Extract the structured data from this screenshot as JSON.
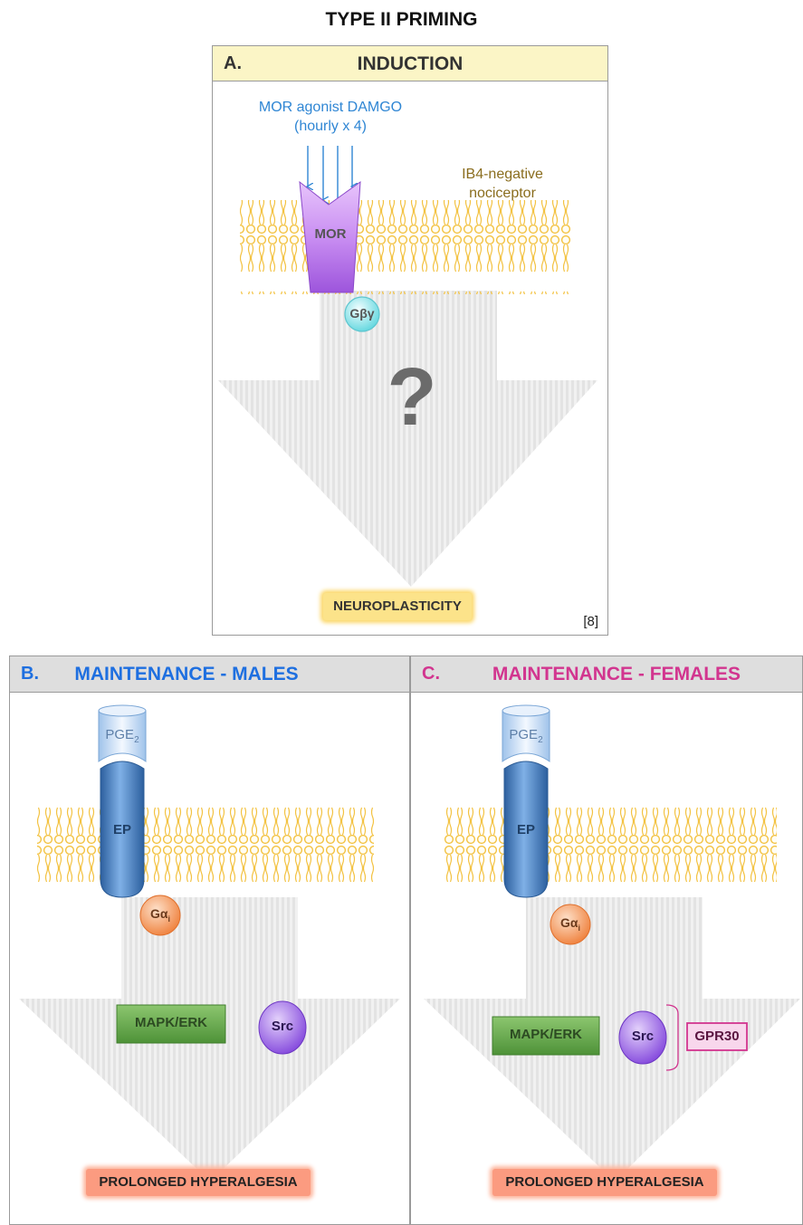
{
  "title": "TYPE II PRIMING",
  "panel_a": {
    "letter": "A.",
    "title": "INDUCTION",
    "agonist_line1": "MOR agonist DAMGO",
    "agonist_line2": "(hourly x 4)",
    "cell_line1": "IB4-negative",
    "cell_line2": "nociceptor",
    "receptor": "MOR",
    "g_protein": "Gβγ",
    "unknown": "?",
    "outcome": "NEUROPLASTICITY",
    "reference": "[8]"
  },
  "panel_b": {
    "letter": "B.",
    "title": "MAINTENANCE - MALES",
    "ligand": "PGE",
    "ligand_sub": "2",
    "receptor": "EP",
    "g_protein": "Gα",
    "g_protein_sub": "i",
    "kinase": "MAPK/ERK",
    "src": "Src",
    "outcome": "PROLONGED HYPERALGESIA"
  },
  "panel_c": {
    "letter": "C.",
    "title": "MAINTENANCE - FEMALES",
    "ligand": "PGE",
    "ligand_sub": "2",
    "receptor": "EP",
    "g_protein": "Gα",
    "g_protein_sub": "i",
    "kinase": "MAPK/ERK",
    "src": "Src",
    "extra": "GPR30",
    "outcome": "PROLONGED HYPERALGESIA"
  },
  "colors": {
    "lipid": "#f3c241",
    "mor": "#b774e6",
    "gbg": "#7fe0e6",
    "ep": "#3f78b8",
    "gai": "#f08a45",
    "mapk": "#5b9e45",
    "src": "#8f55e0",
    "gpr30": "#d2358f",
    "agonist_text": "#2f86d4",
    "cell_text": "#8a6d1e"
  }
}
